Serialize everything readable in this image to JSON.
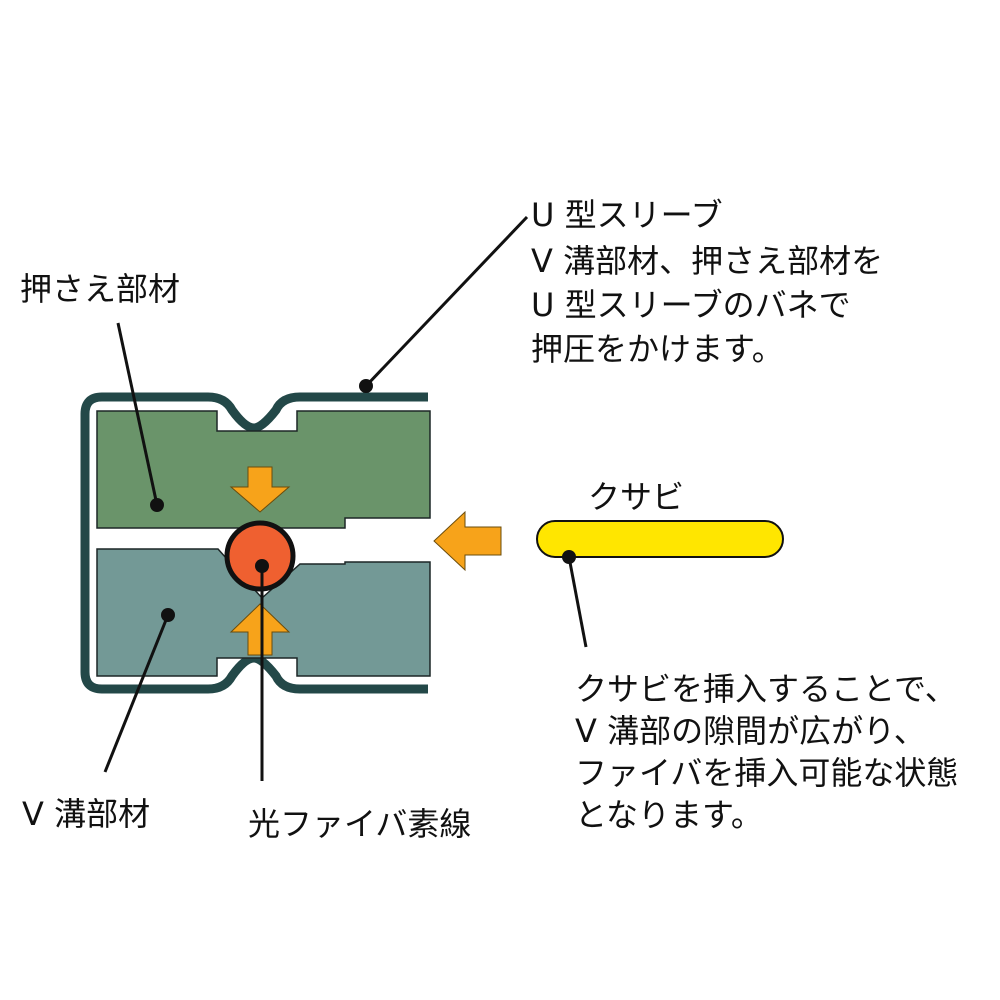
{
  "labels": {
    "u_sleeve": {
      "lines": [
        "U 型スリーブ",
        "V 溝部材、押さえ部材を",
        "U 型スリーブのバネで",
        "押圧をかけます。"
      ]
    },
    "press_member": "押さえ部材",
    "v_groove_member": "V 溝部材",
    "fiber": "光ファイバ素線",
    "wedge": "クサビ",
    "wedge_note": {
      "lines": [
        "クサビを挿入することで、",
        "V 溝部の隙間が広がり、",
        "ファイバを挿入可能な状態",
        "となります。"
      ]
    }
  },
  "colors": {
    "sleeve": "#234848",
    "press_member": "#6a946a",
    "v_groove_member": "#739996",
    "fiber": "#ef6030",
    "arrow": "#f7a31a",
    "wedge": "#ffe600",
    "line": "#111111"
  }
}
